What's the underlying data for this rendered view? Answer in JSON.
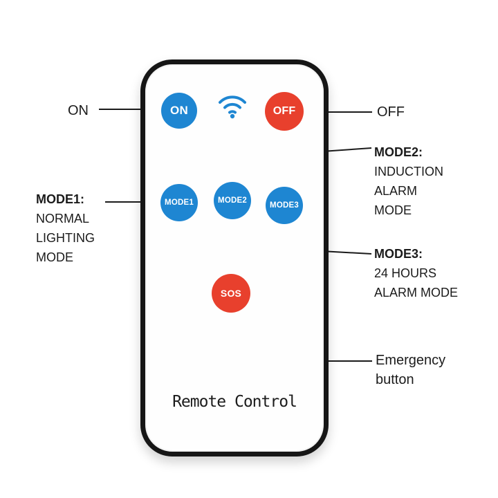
{
  "colors": {
    "blue": "#1e86d2",
    "red": "#e8402d",
    "line": "#1a1a1a",
    "ink": "#1b1b1b"
  },
  "remote": {
    "label": "Remote Control",
    "buttons": {
      "on": "ON",
      "off": "OFF",
      "mode1": "MODE1",
      "mode2": "MODE2",
      "mode3": "MODE3",
      "sos": "SOS"
    }
  },
  "annotations": {
    "on": {
      "label": "ON"
    },
    "off": {
      "label": "OFF"
    },
    "mode1": {
      "title": "MODE1:",
      "lines": [
        "NORMAL",
        "LIGHTING",
        "MODE"
      ]
    },
    "mode2": {
      "title": "MODE2:",
      "lines": [
        "INDUCTION",
        "ALARM",
        "MODE"
      ]
    },
    "mode3": {
      "title": "MODE3:",
      "lines": [
        "24 HOURS",
        "ALARM MODE"
      ]
    },
    "sos": {
      "lines": [
        "Emergency",
        "button"
      ]
    }
  }
}
